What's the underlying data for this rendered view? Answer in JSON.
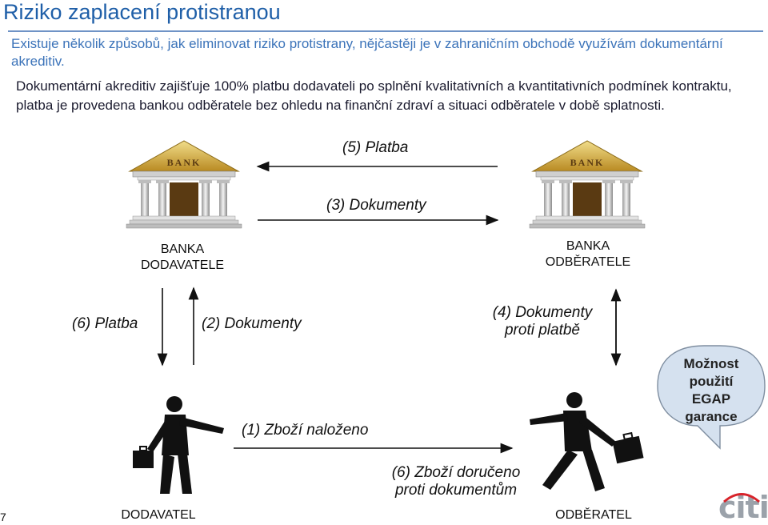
{
  "header": {
    "title": "Riziko zaplacení protistranou",
    "intro": "Existuje několik způsobů, jak eliminovat riziko protistrany, nějčastěji je v zahraničním obchodě využívám dokumentární akreditiv."
  },
  "body": {
    "text": "Dokumentární akreditiv zajišťuje 100% platbu dodavateli po splnění kvalitativních a kvantitativních podmínek kontraktu, platba je provedena bankou odběratele bez ohledu na finanční zdraví a situaci odběratele v době splatnosti."
  },
  "banks": {
    "sign": "BANK",
    "left": {
      "line1": "BANKA",
      "line2": "DODAVATELE"
    },
    "right": {
      "line1": "BANKA",
      "line2": "ODBĚRATELE"
    }
  },
  "flows": {
    "step5": "(5) Platba",
    "step3": "(3) Dokumenty",
    "step6_payment": "(6) Platba",
    "step2": "(2) Dokumenty",
    "step4_line1": "(4) Dokumenty",
    "step4_line2": "proti platbě",
    "step1": "(1) Zboží naloženo",
    "step6_goods_line1": "(6) Zboží doručeno",
    "step6_goods_line2": "proti dokumentům"
  },
  "parties": {
    "supplier": "DODAVATEL",
    "buyer": "ODBĚRATEL"
  },
  "callout": {
    "line1": "Možnost",
    "line2": "použití",
    "line3": "EGAP",
    "line4": "garance",
    "fill": "#d5e1ef"
  },
  "footer": {
    "page_number": "7",
    "logo_text": "citi"
  },
  "colors": {
    "title": "#1f5fa8",
    "intro": "#3b73b9",
    "bank_roof": "#c8a23c",
    "arrow": "#111111"
  }
}
